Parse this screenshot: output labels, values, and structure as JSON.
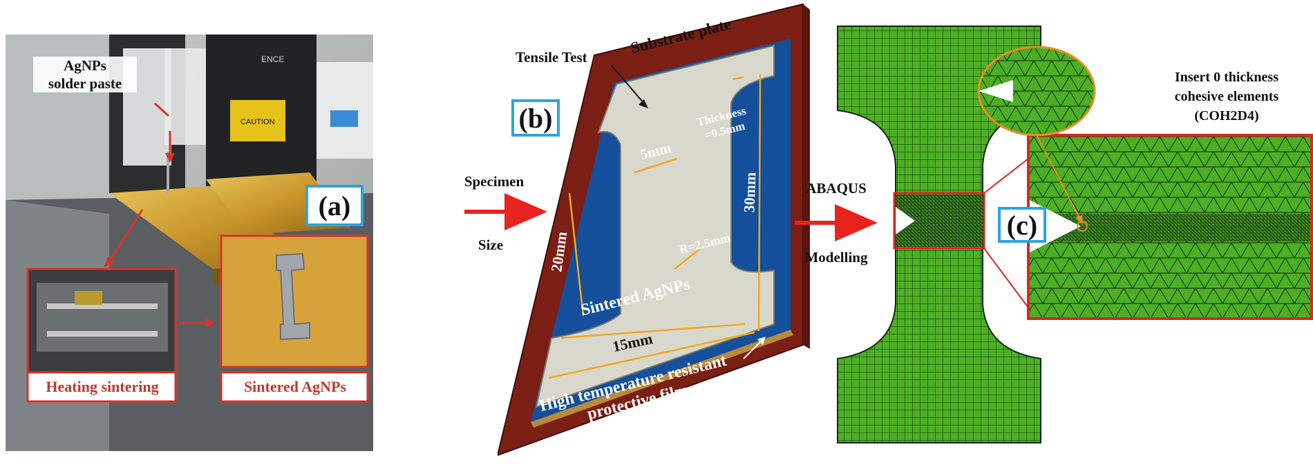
{
  "panel_a": {
    "label": "(a)",
    "paste_label": [
      "AgNPs",
      "solder paste"
    ],
    "heating_caption": "Heating sintering",
    "sintered_caption": "Sintered AgNPs",
    "device_text_1": "CAUTION",
    "device_text_2": "ENCE"
  },
  "arrow_1": {
    "top": "Specimen",
    "bottom": "Size"
  },
  "panel_b": {
    "label": "(b)",
    "tensile_test": "Tensile Test",
    "substrate_plate": "Substrate plate",
    "thickness": [
      "Thickness",
      "=0.5mm"
    ],
    "dim_5": "5mm",
    "dim_20": "20mm",
    "dim_30": "30mm",
    "radius": "R=2.5mm",
    "sintered": "Sintered AgNPs",
    "dim_15": "15mm",
    "film": [
      "High temperature resistant",
      "protective film"
    ]
  },
  "arrow_2": {
    "top": "ABAQUS",
    "bottom": "Modelling"
  },
  "panel_c": {
    "label": "(c)",
    "insert_note": [
      "Insert 0 thickness",
      "cohesive elements",
      "(COH2D4)"
    ]
  },
  "colors": {
    "label_border": "#2fa3e0",
    "arrow_red": "#e8231e",
    "mesh_green": "#4caf24",
    "plate_brown": "#7b1e14",
    "film_blue": "#134f9a",
    "specimen_grey": "#d9d8cc",
    "dim_yellow": "#f2a81d"
  }
}
